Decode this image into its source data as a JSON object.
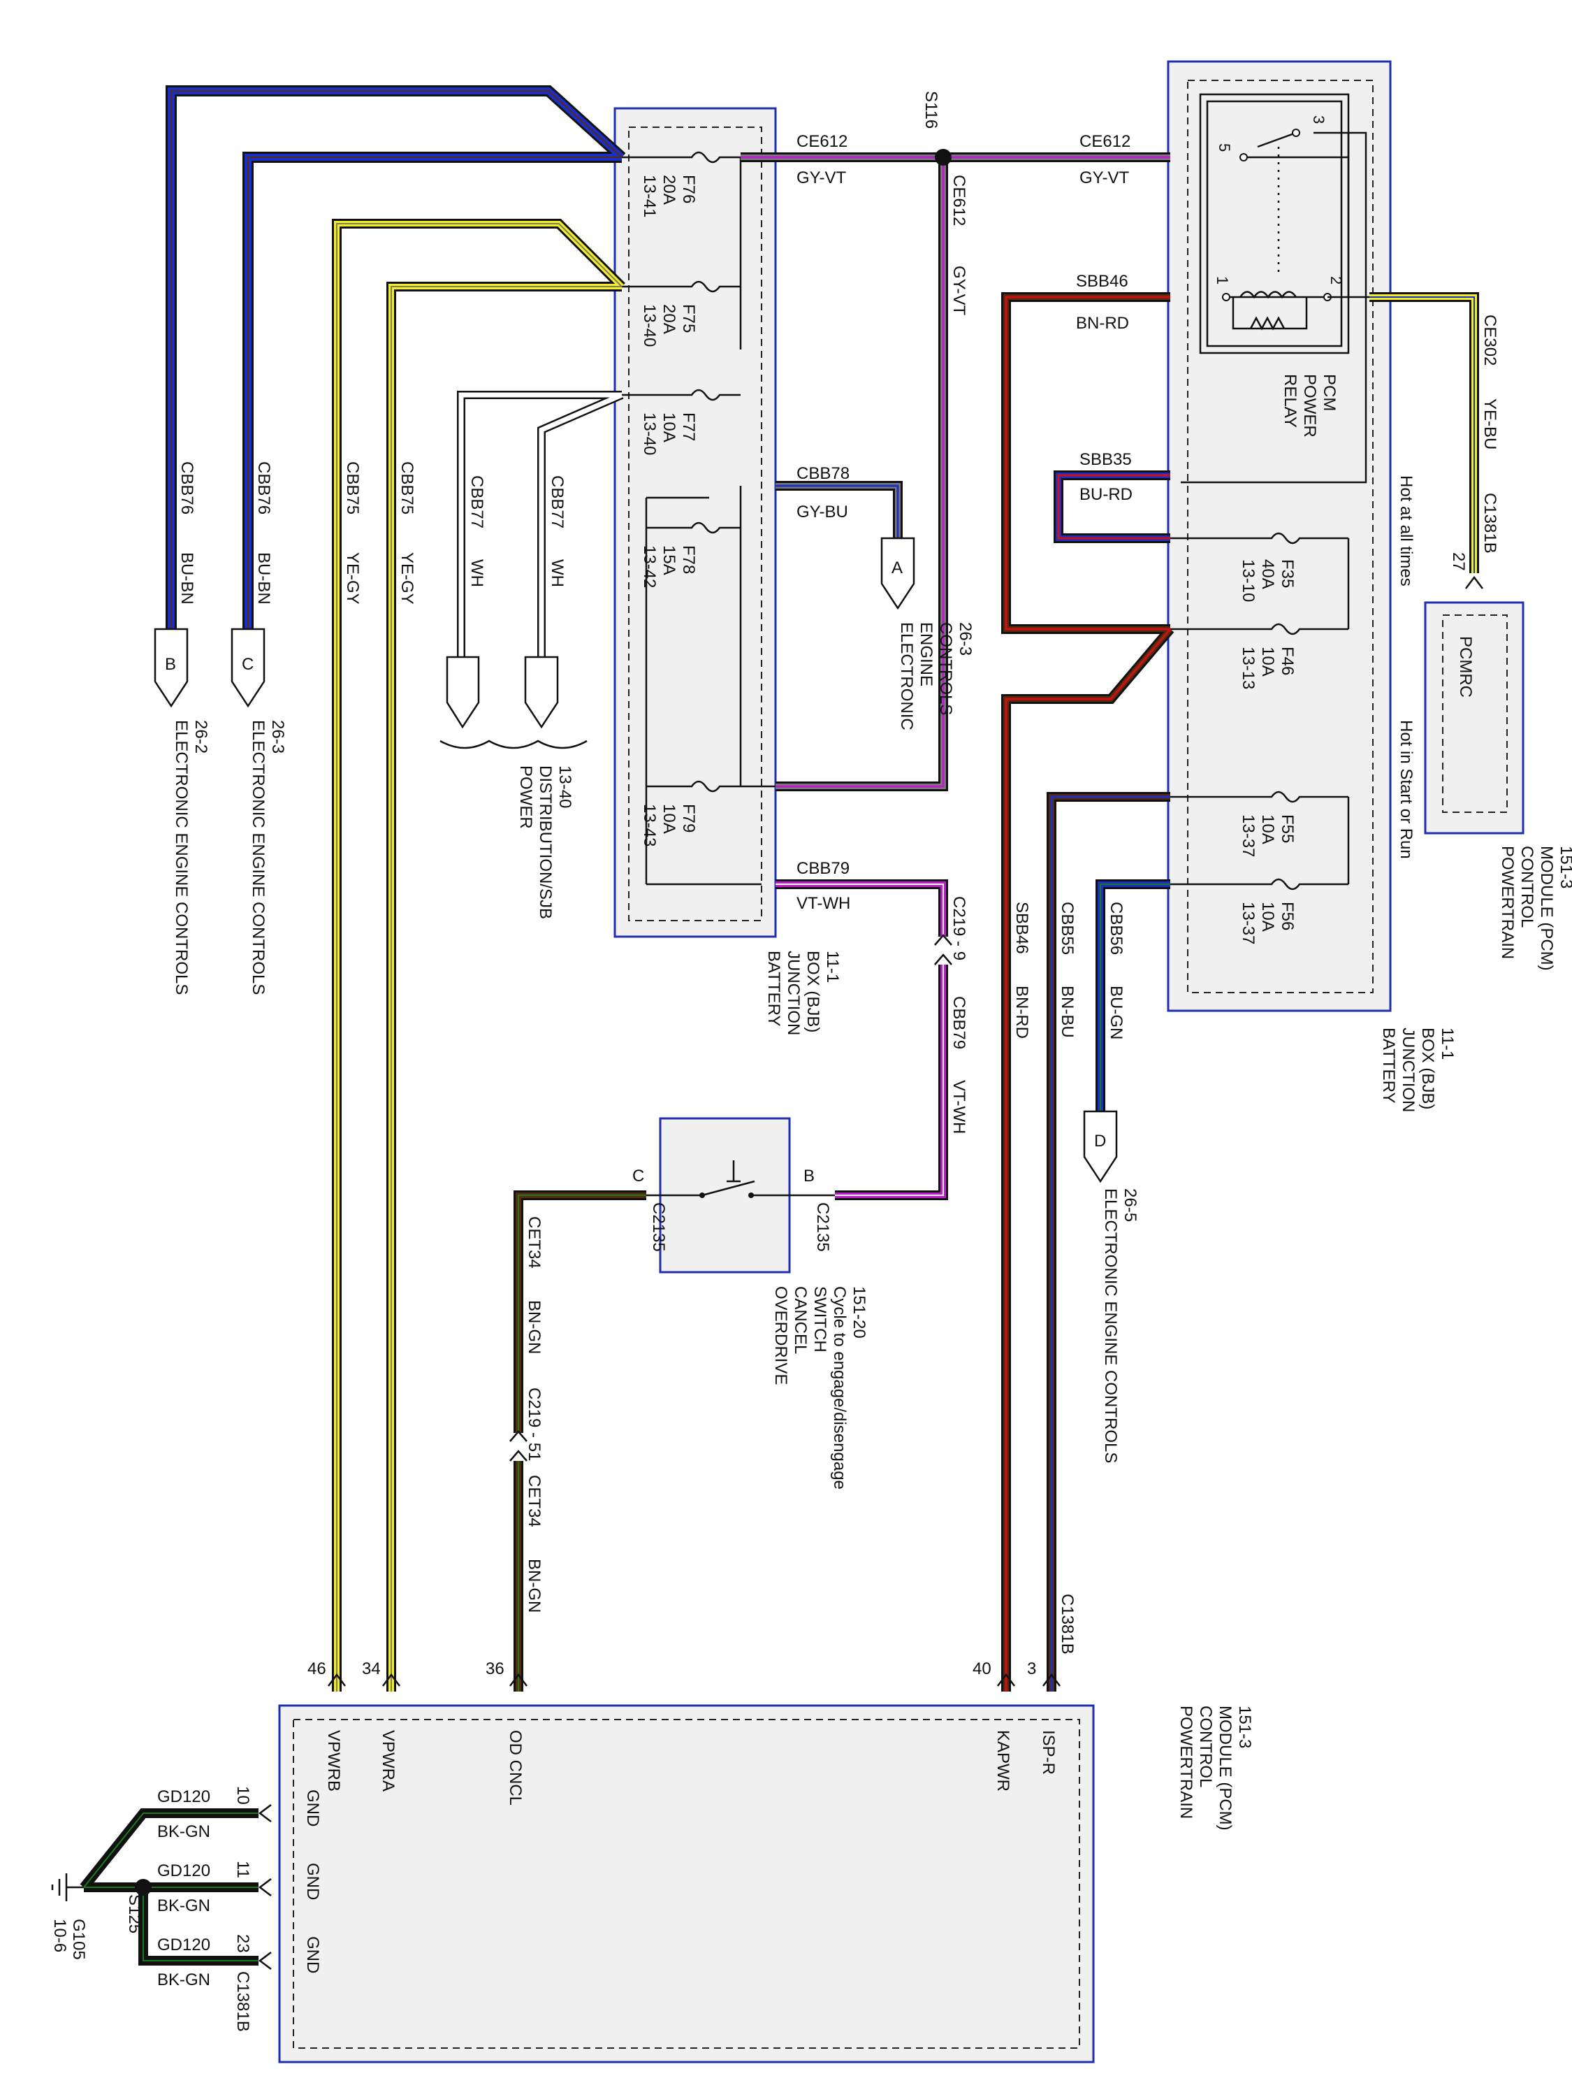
{
  "fuses_left": [
    {
      "id": "F76",
      "amp": "20A",
      "ref": "13-41"
    },
    {
      "id": "F75",
      "amp": "20A",
      "ref": "13-40"
    },
    {
      "id": "F77",
      "amp": "10A",
      "ref": "13-40"
    },
    {
      "id": "F78",
      "amp": "15A",
      "ref": "13-42"
    },
    {
      "id": "F79",
      "amp": "10A",
      "ref": "13-43"
    }
  ],
  "fuses_right": [
    {
      "id": "F35",
      "amp": "40A",
      "ref": "13-10"
    },
    {
      "id": "F46",
      "amp": "10A",
      "ref": "13-13"
    },
    {
      "id": "F55",
      "amp": "10A",
      "ref": "13-37"
    },
    {
      "id": "F56",
      "amp": "10A",
      "ref": "13-37"
    }
  ],
  "wires": {
    "ce612_code": "CE612",
    "ce612_color": "GY-VT",
    "sbb46_code": "SBB46",
    "sbb46_color": "BN-RD",
    "sbb35_code": "SBB35",
    "sbb35_color": "BU-RD",
    "ce302_code": "CE302",
    "ce302_color": "YE-BU",
    "cbb78_code": "CBB78",
    "cbb78_color": "GY-BU",
    "cbb79_code": "CBB79",
    "cbb79_color": "VT-WH",
    "cbb76_code": "CBB76",
    "cbb76_color": "BU-BN",
    "cbb75_code": "CBB75",
    "cbb75_color": "YE-GY",
    "cbb77_code": "CBB77",
    "cbb77_color": "WH",
    "cbb55_code": "CBB55",
    "cbb55_color": "BN-BU",
    "cbb56_code": "CBB56",
    "cbb56_color": "BU-GN",
    "cet34_code": "CET34",
    "cet34_color": "BN-GN",
    "gd120_code": "GD120",
    "gd120_color": "BK-GN"
  },
  "splices": {
    "s116": "S116",
    "s125": "S125"
  },
  "connectors": {
    "c1381b": "C1381B",
    "c219_9": "C219 - 9",
    "c219_51": "C219 - 51",
    "c2135": "C2135",
    "pin_b": "B",
    "pin_c": "C",
    "pin_27": "27",
    "pin_46": "46",
    "pin_34": "34",
    "pin_36": "36",
    "pin_40": "40",
    "pin_3": "3",
    "pin_10": "10",
    "pin_11": "11",
    "pin_23": "23"
  },
  "relay": {
    "name": "PCM\nPOWER\nRELAY",
    "pin1": "1",
    "pin2": "2",
    "pin3": "3",
    "pin5": "5"
  },
  "bjb": {
    "label": "BATTERY\nJUNCTION\nBOX (BJB)\n11-1"
  },
  "hot_at_all_times": "Hot at all times",
  "hot_in_start_run": "Hot in Start or Run",
  "pcmrc": "PCMRC",
  "pcm_label": "POWERTRAIN\nCONTROL\nMODULE (PCM)\n151-3",
  "switch_label": "OVERDRIVE\nCANCEL\nSWITCH\nCycle to engage/disengage\n151-20",
  "power_dist": "POWER\nDISTRIBUTION/SJB\n13-40",
  "arrows": {
    "a": {
      "letter": "A",
      "label": "ELECTRONIC\nENGINE\nCONTROLS\n26-3"
    },
    "b": {
      "letter": "B",
      "label": "ELECTRONIC ENGINE CONTROLS\n26-2"
    },
    "c": {
      "letter": "C",
      "label": "ELECTRONIC ENGINE CONTROLS\n26-3"
    },
    "d": {
      "letter": "D",
      "label": "ELECTRONIC ENGINE CONTROLS\n26-5"
    }
  },
  "pcm_pins": {
    "vpwrb": "VPWRB",
    "vpwra": "VPWRA",
    "odcncl": "OD CNCL",
    "kapwr": "KAPWR",
    "ispr": "ISP-R",
    "gnd": "GND"
  },
  "ground": {
    "name": "G105",
    "ref": "10-6"
  },
  "wire_colors": {
    "gy": "#7a7a7a",
    "vt": "#c01ad0",
    "bk": "#111111",
    "bn": "#5a2a10",
    "rd": "#d01010",
    "bu": "#1a2fc8",
    "ye": "#f2ee20",
    "wh": "#ffffff",
    "gn": "#1a7a1a",
    "outline": "#111111"
  }
}
